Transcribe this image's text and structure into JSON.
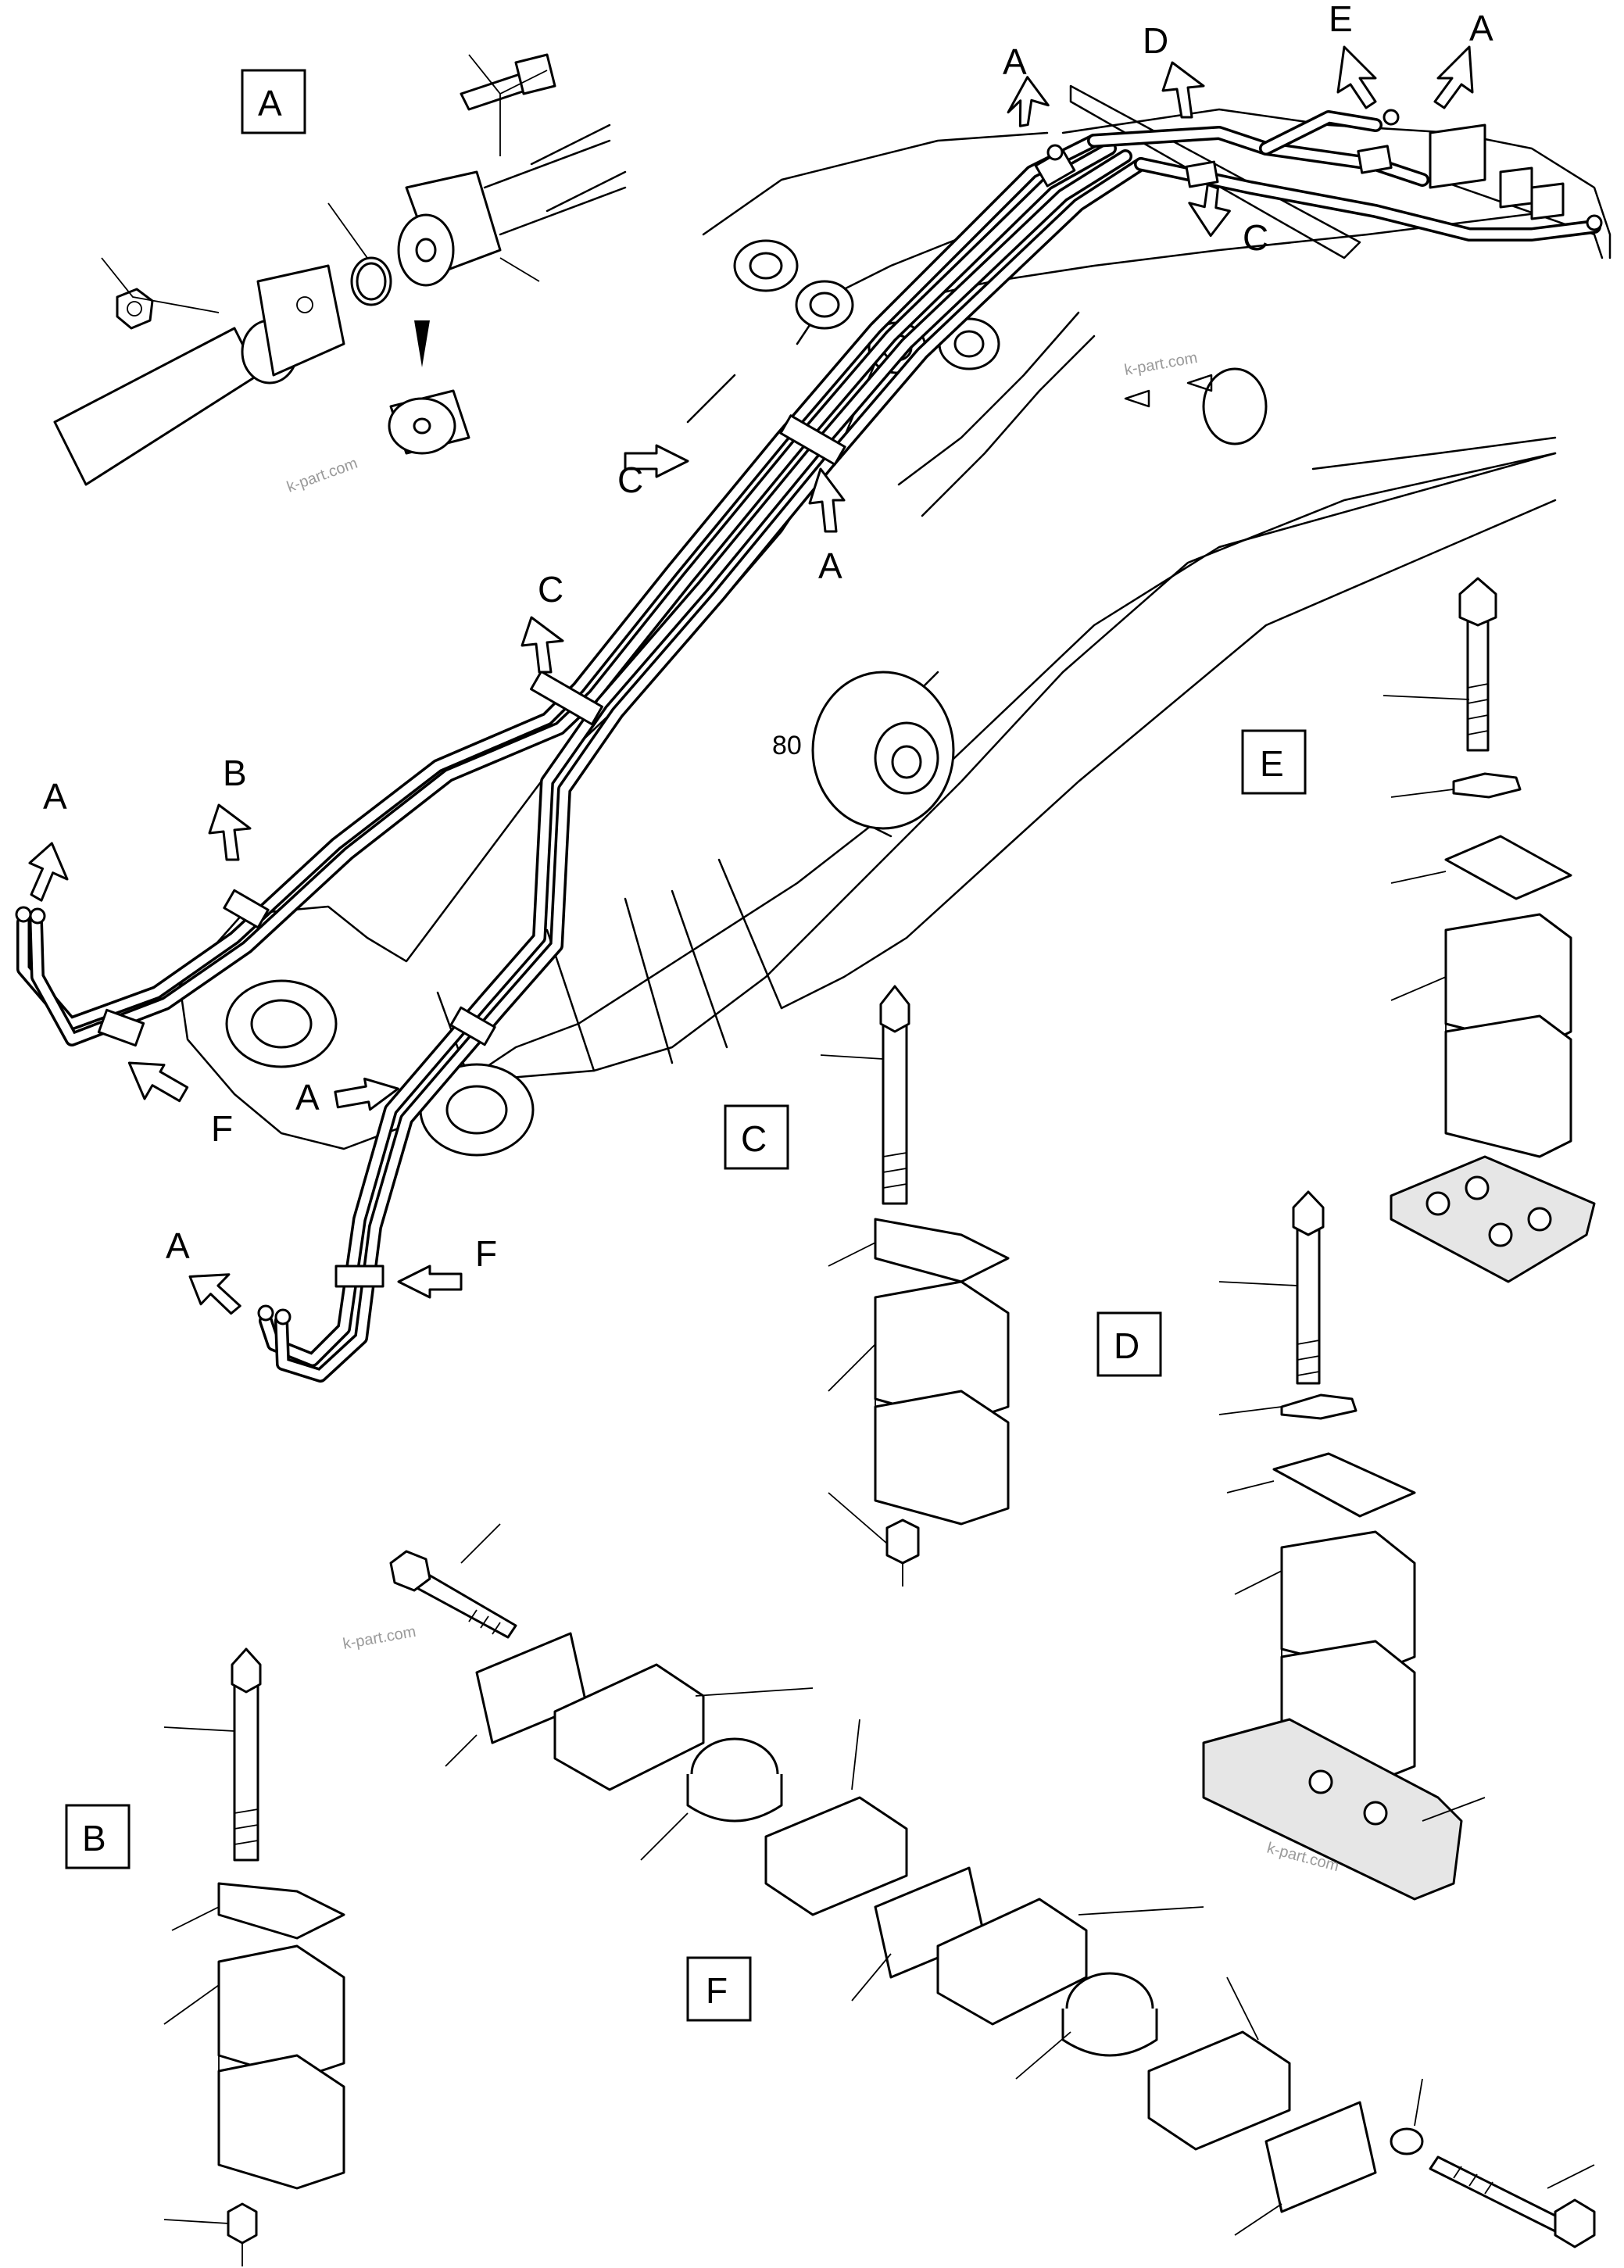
{
  "diagram": {
    "part_number": "80",
    "watermark": "k-part.com",
    "detail_labels": [
      "A",
      "B",
      "C",
      "D",
      "E",
      "F"
    ],
    "callout_labels": {
      "a": "A",
      "b": "B",
      "c": "C",
      "d": "D",
      "e": "E",
      "f": "F"
    }
  }
}
